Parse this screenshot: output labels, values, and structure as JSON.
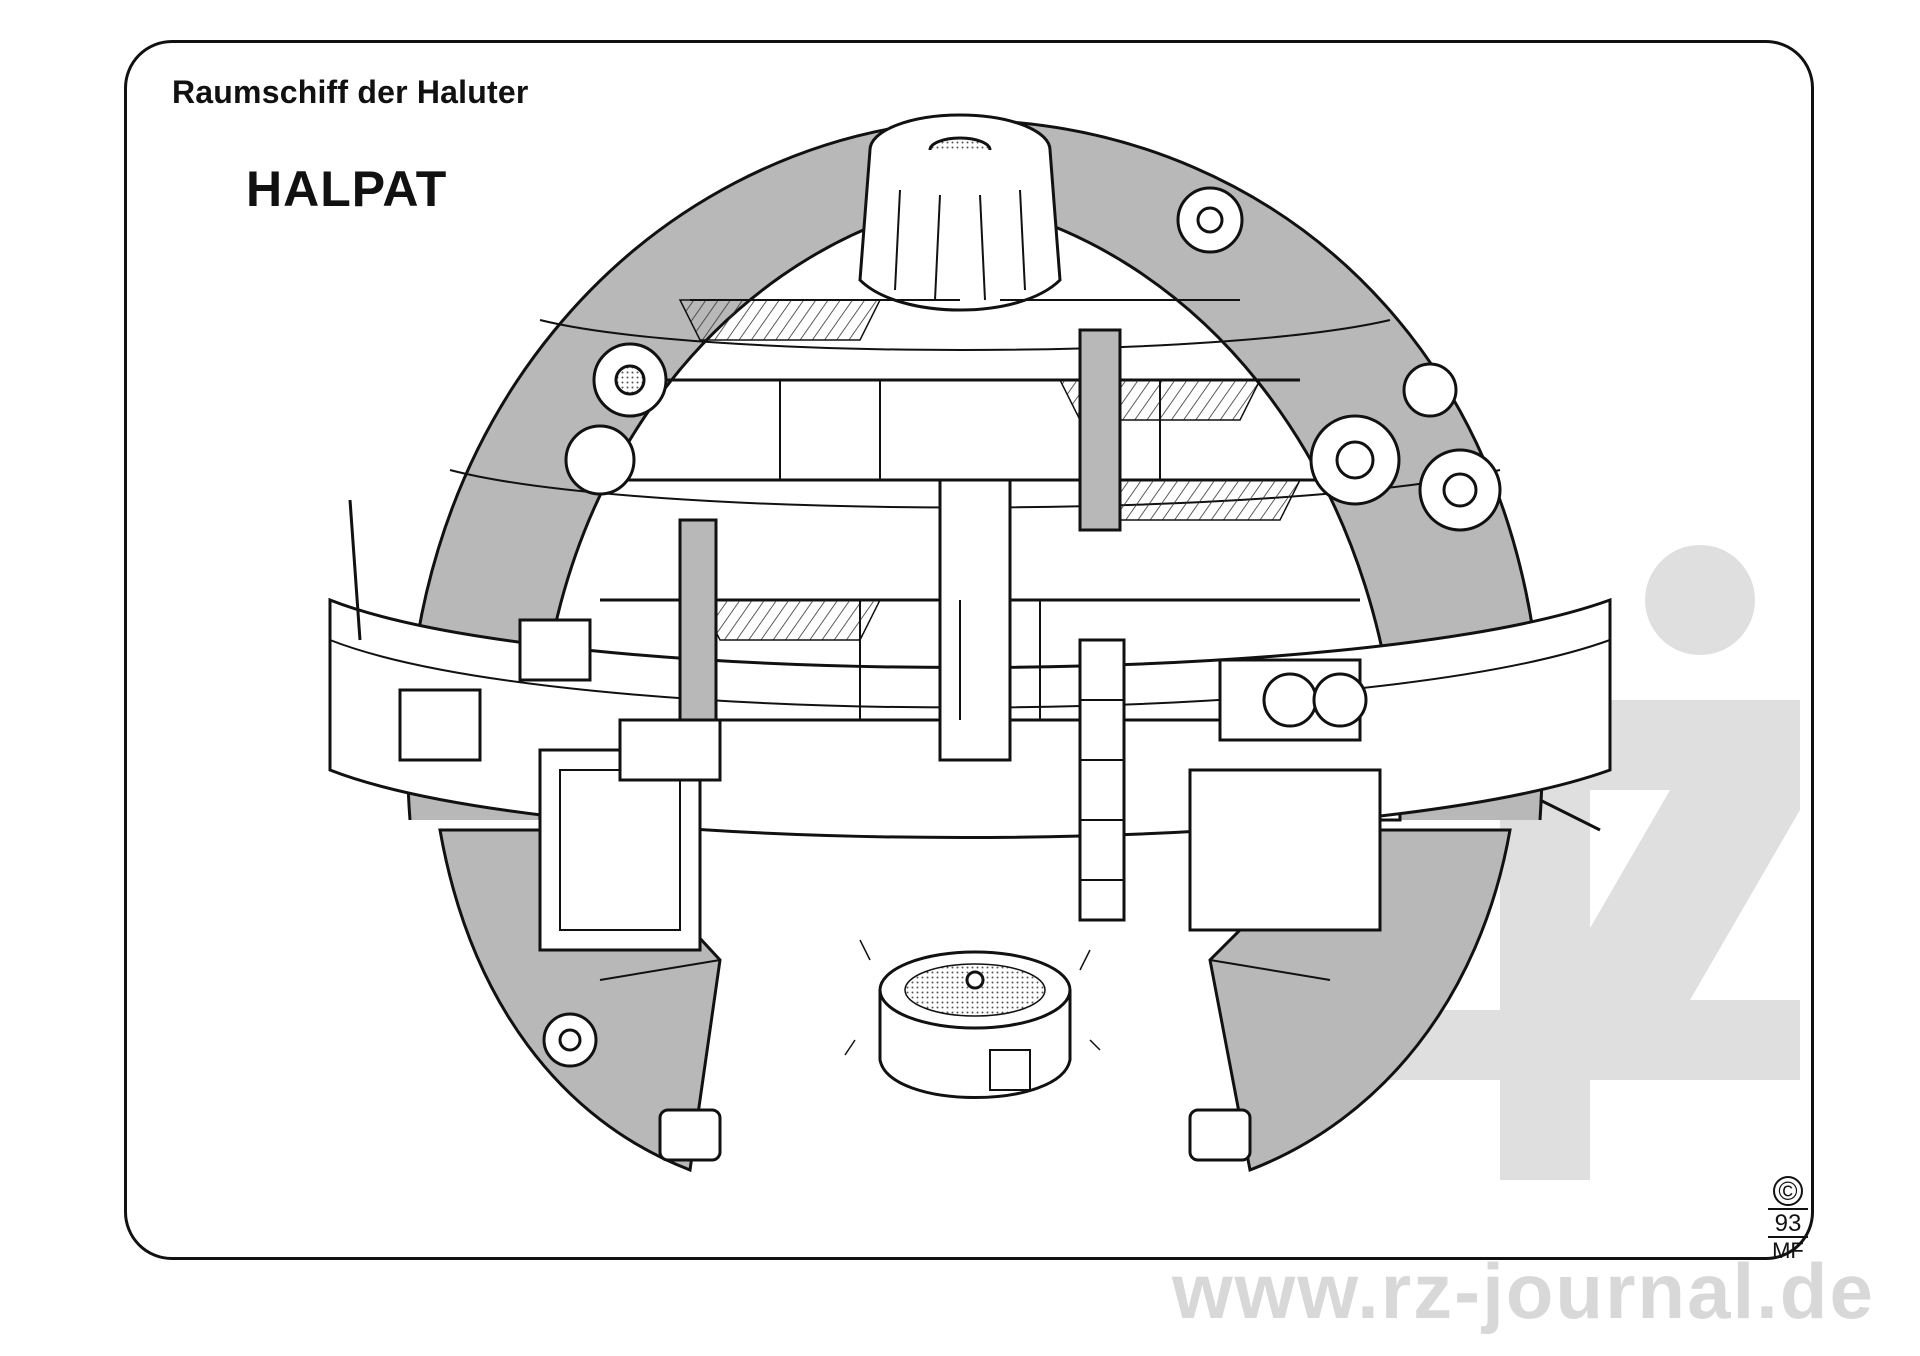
{
  "header": {
    "title": "Raumschiff der Haluter",
    "ship_name": "HALPAT"
  },
  "signature": {
    "copyright": "©",
    "year": "93",
    "initials": "MF"
  },
  "watermark": {
    "url": "www.rz-journal.de",
    "logo_icon": "rz-logo-icon"
  },
  "colors": {
    "ink": "#111111",
    "hull_shade": "#b8b8b8",
    "hatch": "#8a8a8a",
    "watermark": "#d8d8d8",
    "paper": "#ffffff"
  }
}
